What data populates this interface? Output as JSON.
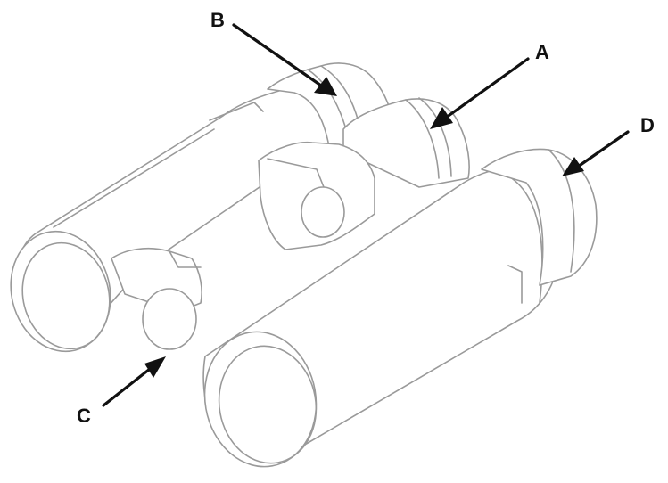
{
  "diagram": {
    "callouts": [
      {
        "id": "A",
        "label": "A"
      },
      {
        "id": "B",
        "label": "B"
      },
      {
        "id": "C",
        "label": "C"
      },
      {
        "id": "D",
        "label": "D"
      }
    ],
    "colors": {
      "outline": "#9a9a9a",
      "callout": "#111111",
      "background": "#ffffff"
    }
  }
}
